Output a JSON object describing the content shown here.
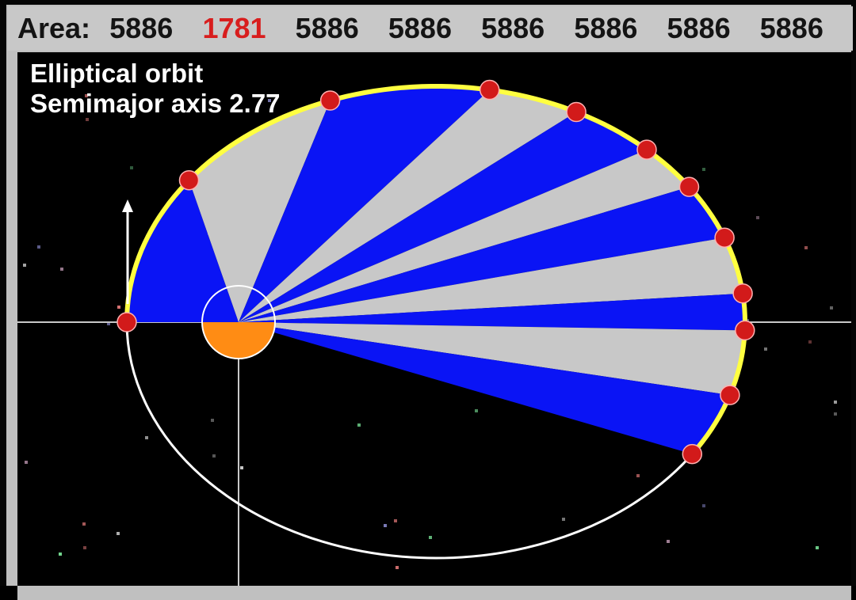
{
  "area_bar": {
    "label": "Area:",
    "values": [
      "5886",
      "1781",
      "5886",
      "5886",
      "5886",
      "5886",
      "5886",
      "5886"
    ],
    "highlighted_index": 1,
    "highlight_color": "#d81e1e"
  },
  "diagram": {
    "title_line1": "Elliptical orbit",
    "title_line2": "Semimajor axis 2.77",
    "colors": {
      "background": "#000000",
      "sector_a": "#0a14f5",
      "sector_b": "#c8c8c8",
      "orbit_path": "#ffff40",
      "orbit_outline": "#ffffff",
      "planet": "#d21a1a",
      "sun": "#ff8c14",
      "axes": "#c8c8c8"
    },
    "sector_count": 11,
    "velocity_arrow_icon": "arrow-up-icon",
    "planet_icon": "planet-marker-icon",
    "sun_icon": "sun-icon"
  }
}
